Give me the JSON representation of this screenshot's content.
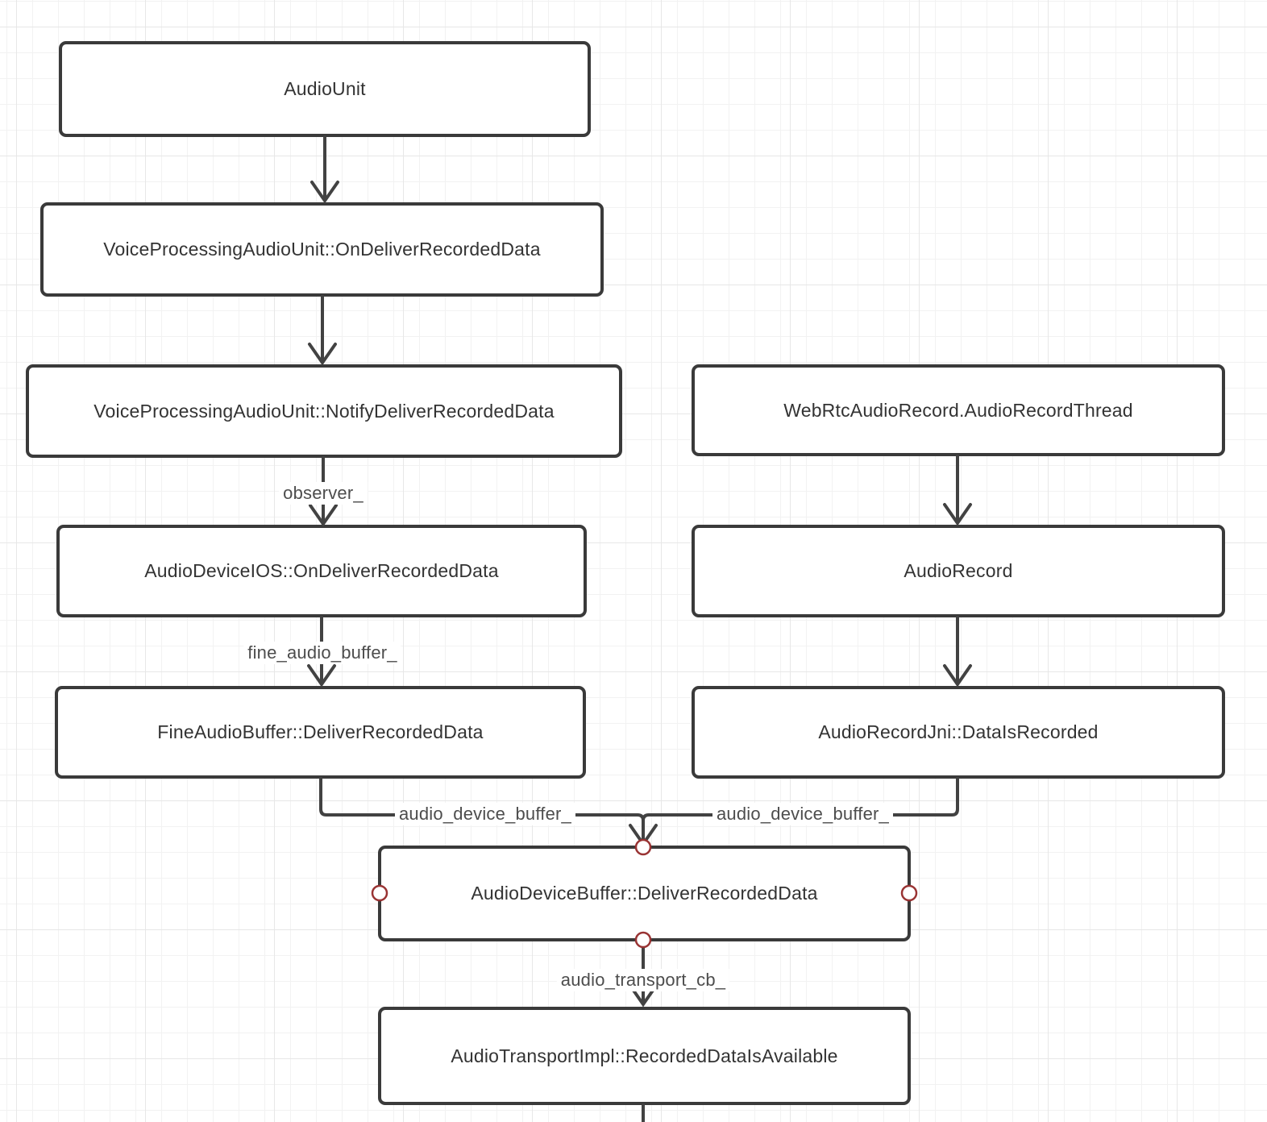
{
  "colors": {
    "background": "#ffffff",
    "grid_minor": "#f2f2f2",
    "grid_major": "#e7e7e7",
    "node_fill": "#ffffff",
    "node_border": "#3a3a3a",
    "node_text": "#333333",
    "edge_stroke": "#424242",
    "edge_label_text": "#4d4d4d",
    "connection_point_stroke": "#993333",
    "connection_point_fill": "#ffffff"
  },
  "nodes": [
    {
      "label": "AudioUnit"
    },
    {
      "label": "VoiceProcessingAudioUnit::OnDeliverRecordedData"
    },
    {
      "label": "VoiceProcessingAudioUnit::NotifyDeliverRecordedData"
    },
    {
      "label": "AudioDeviceIOS::OnDeliverRecordedData"
    },
    {
      "label": "FineAudioBuffer::DeliverRecordedData"
    },
    {
      "label": "WebRtcAudioRecord.AudioRecordThread"
    },
    {
      "label": "AudioRecord"
    },
    {
      "label": "AudioRecordJni::DataIsRecorded"
    },
    {
      "label": "AudioDeviceBuffer::DeliverRecordedData"
    },
    {
      "label": "AudioTransportImpl::RecordedDataIsAvailable"
    }
  ],
  "edge_labels": {
    "observer": "observer_",
    "fine_audio_buffer": "fine_audio_buffer_",
    "audio_device_buffer_left": "audio_device_buffer_",
    "audio_device_buffer_right": "audio_device_buffer_",
    "audio_transport_cb": "audio_transport_cb_"
  }
}
